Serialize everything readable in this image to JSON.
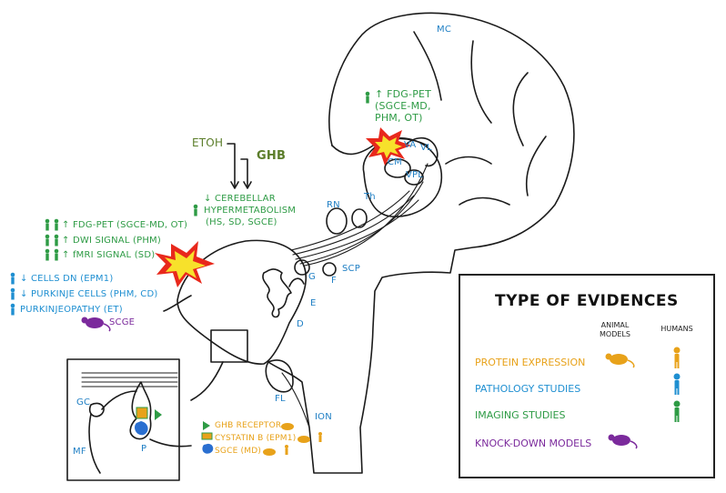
{
  "labels": {
    "mc": "MC",
    "va": "VA",
    "vl": "VL",
    "cm": "CM",
    "vpl": "VPL",
    "th": "Th",
    "rn": "RN",
    "scp": "SCP",
    "g": "G",
    "f": "F",
    "e": "E",
    "d": "D",
    "fl": "FL",
    "ion": "ION",
    "gc": "GC",
    "mf": "MF",
    "p": "P"
  },
  "drugs": {
    "etoh": "ETOH",
    "ghb": "GHB"
  },
  "thalamus_text": {
    "l1": "↑ FDG-PET",
    "l2": "(SGCE-MD,",
    "l3": "PHM, OT)"
  },
  "metabolism_text": {
    "l1": "↓ CEREBELLAR",
    "l2": "HYPERMETABOLISM",
    "l3": "(HS, SD, SGCE)"
  },
  "imaging_left": {
    "l1": "↑ FDG-PET (SGCE-MD, OT)",
    "l2": "↑ DWI SIGNAL (PHM)",
    "l3": "↑ fMRI SIGNAL (SD)"
  },
  "pathology_left": {
    "l1": "↓ CELLS DN (EPM1)",
    "l2": "↓ PURKINJE CELLS (PHM, CD)",
    "l3": "PURKINJEOPATHY (ET)"
  },
  "knockdown_label": "SCGE",
  "protein_items": {
    "ghb": "GHB RECEPTOR",
    "cystatin": "CYSTATIN B (EPM1)",
    "sgce": "SGCE (MD)"
  },
  "legend": {
    "title": "TYPE OF EVIDENCES",
    "col_animal": "ANIMAL MODELS",
    "col_humans": "HUMANS",
    "rows": [
      {
        "label": "PROTEIN EXPRESSION",
        "color": "#e8a21a"
      },
      {
        "label": "PATHOLOGY STUDIES",
        "color": "#1f8fd1"
      },
      {
        "label": "IMAGING STUDIES",
        "color": "#2e9b45"
      },
      {
        "label": "KNOCK-DOWN MODELS",
        "color": "#7b2a9c"
      }
    ]
  },
  "colors": {
    "green": "#2e9b45",
    "blue": "#1f8fd1",
    "orange": "#e8a21a",
    "purple": "#7b2a9c",
    "olive": "#5b7d2a",
    "burst_red": "#e8281c",
    "burst_yellow": "#f7e12b"
  },
  "icons": [
    "person-icon",
    "mouse-icon",
    "burst-icon",
    "arrow-icon",
    "triangle-icon",
    "rectangle-icon",
    "blob-icon"
  ]
}
